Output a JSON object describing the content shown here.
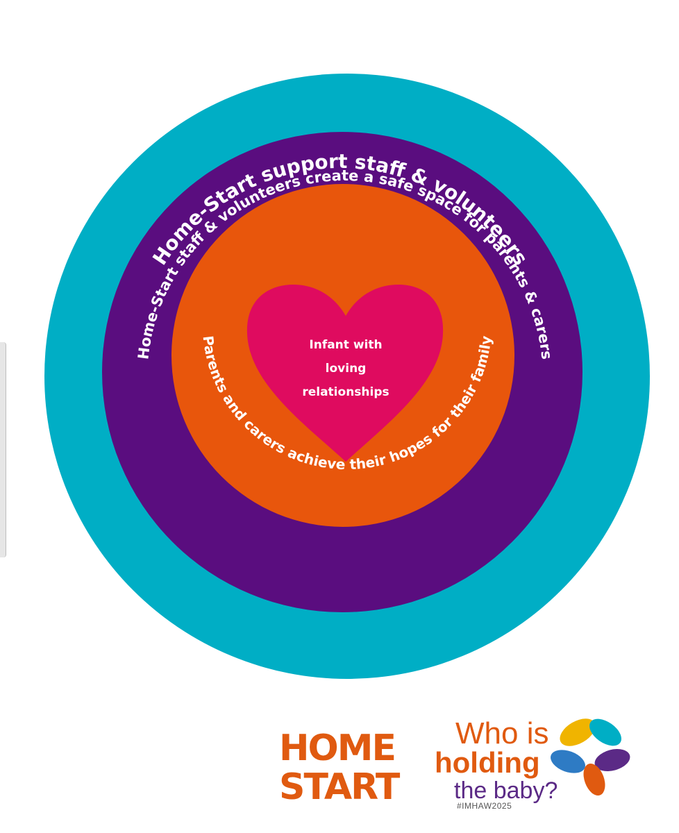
{
  "colors": {
    "outer_ring": "#00aec5",
    "middle_ring": "#5a0d7f",
    "inner_ring": "#e8560c",
    "heart": "#df0b5f",
    "text": "#ffffff",
    "brand_orange": "#e05a10",
    "brand_purple": "#5b2a86"
  },
  "diagram": {
    "outer_ring_text": "Home-Start  support staff & volunteers",
    "middle_ring_text": "Home-Start staff & volunteers  create a safe space for parents & carers",
    "inner_ring_text": "Parents and carers achieve their hopes for their family",
    "heart_lines": [
      "Infant with",
      "loving",
      "relationships"
    ]
  },
  "logos": {
    "home_start": {
      "line1": "HOME",
      "line2": "START"
    },
    "campaign": {
      "line1": "Who is",
      "line2": "holding",
      "line3": "the baby?",
      "hashtag": "#IMHAW2025"
    }
  }
}
